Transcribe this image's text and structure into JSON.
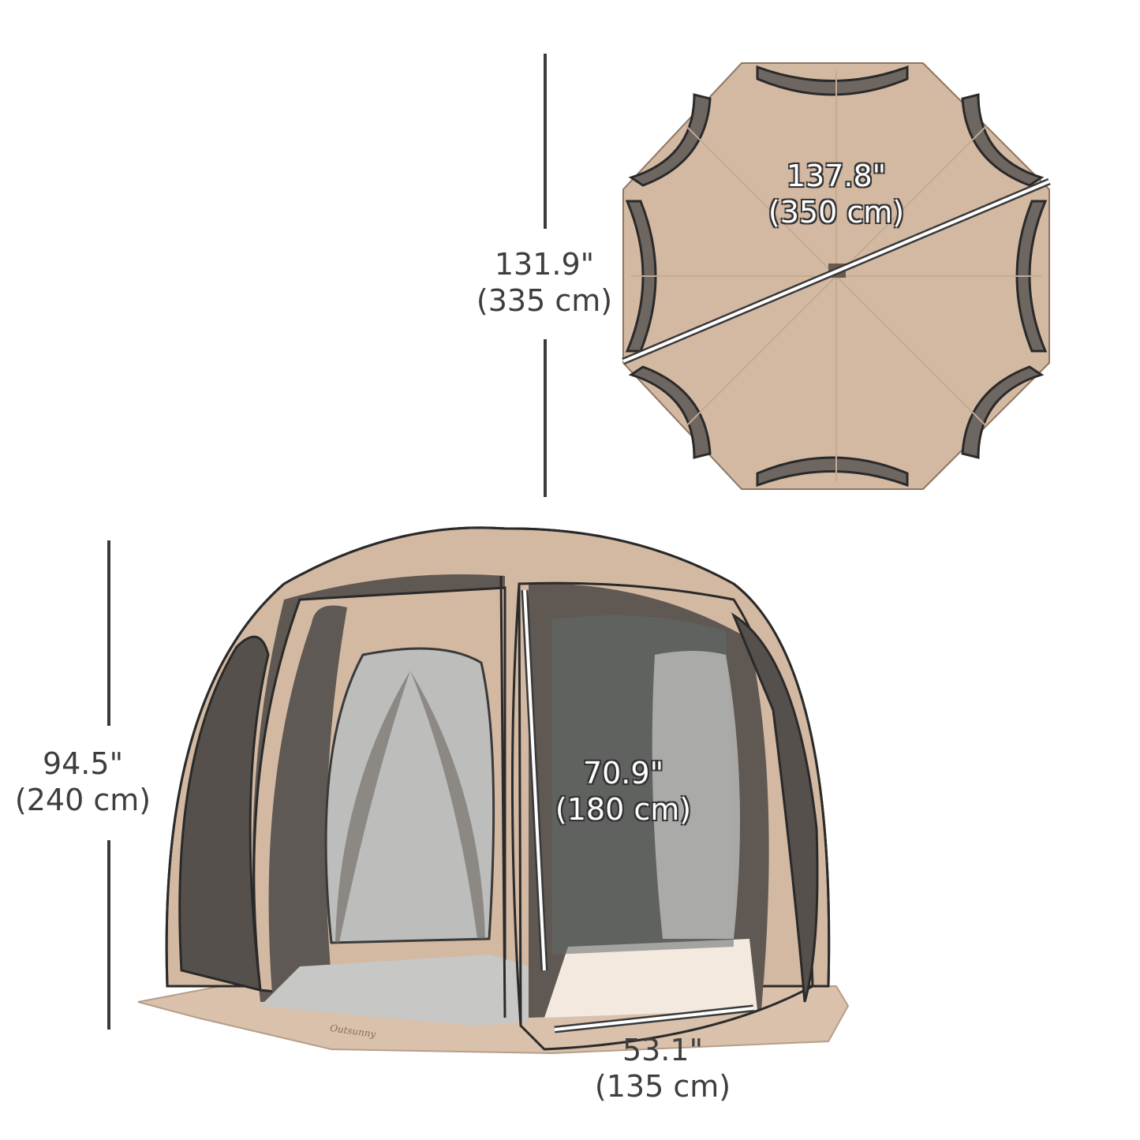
{
  "dimensions": {
    "total_height": {
      "inches": "131.9\"",
      "metric": "(335 cm)"
    },
    "top_diagonal": {
      "inches": "137.8\"",
      "metric": "(350 cm)"
    },
    "side_height": {
      "inches": "94.5\"",
      "metric": "(240 cm)"
    },
    "door_height": {
      "inches": "70.9\"",
      "metric": "(180 cm)"
    },
    "door_width": {
      "inches": "53.1\"",
      "metric": "(135 cm)"
    }
  },
  "brand_logo": "Outsunny",
  "colors": {
    "canvas": "#d3b9a2",
    "canvas_dark": "#b59c86",
    "mesh": "#6e6661",
    "floor": "#c7c7c5",
    "dimension_line": "#3a3a3a",
    "measure_line": "#ffffff"
  }
}
